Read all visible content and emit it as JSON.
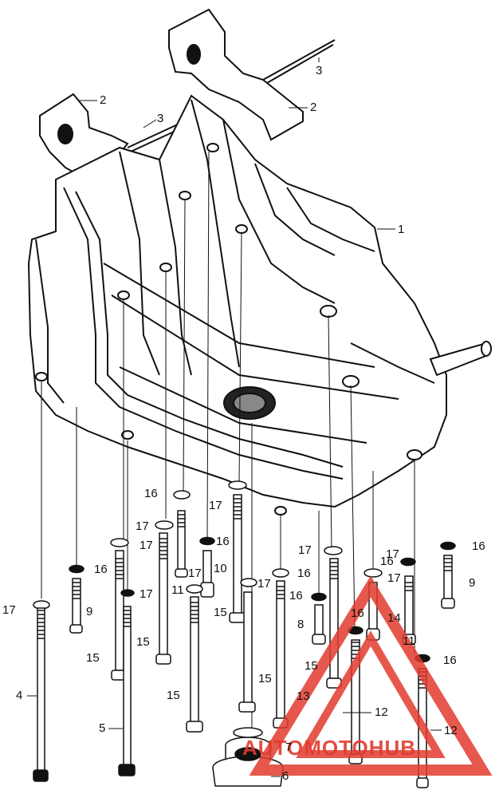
{
  "diagram": {
    "callouts": [
      {
        "id": "c1",
        "text": "1"
      },
      {
        "id": "c2a",
        "text": "2"
      },
      {
        "id": "c2b",
        "text": "2"
      },
      {
        "id": "c3a",
        "text": "3"
      },
      {
        "id": "c3b",
        "text": "3"
      },
      {
        "id": "c4",
        "text": "4"
      },
      {
        "id": "c5",
        "text": "5"
      },
      {
        "id": "c6",
        "text": "6"
      },
      {
        "id": "c7",
        "text": "7"
      },
      {
        "id": "c8",
        "text": "8"
      },
      {
        "id": "c9a",
        "text": "9"
      },
      {
        "id": "c9b",
        "text": "9"
      },
      {
        "id": "c10",
        "text": "10"
      },
      {
        "id": "c11a",
        "text": "11"
      },
      {
        "id": "c11b",
        "text": "11"
      },
      {
        "id": "c12a",
        "text": "12"
      },
      {
        "id": "c12b",
        "text": "12"
      },
      {
        "id": "c13",
        "text": "13"
      },
      {
        "id": "c14",
        "text": "14"
      },
      {
        "id": "c15a",
        "text": "15"
      },
      {
        "id": "c15b",
        "text": "15"
      },
      {
        "id": "c15c",
        "text": "15"
      },
      {
        "id": "c15d",
        "text": "15"
      },
      {
        "id": "c15e",
        "text": "15"
      },
      {
        "id": "c15f",
        "text": "15"
      },
      {
        "id": "c16a",
        "text": "16"
      },
      {
        "id": "c16b",
        "text": "16"
      },
      {
        "id": "c16c",
        "text": "16"
      },
      {
        "id": "c16d",
        "text": "16"
      },
      {
        "id": "c16e",
        "text": "16"
      },
      {
        "id": "c16f",
        "text": "16"
      },
      {
        "id": "c16g",
        "text": "16"
      },
      {
        "id": "c16h",
        "text": "16"
      },
      {
        "id": "c16i",
        "text": "16"
      },
      {
        "id": "c17a",
        "text": "17"
      },
      {
        "id": "c17b",
        "text": "17"
      },
      {
        "id": "c17c",
        "text": "17"
      },
      {
        "id": "c17d",
        "text": "17"
      },
      {
        "id": "c17e",
        "text": "17"
      },
      {
        "id": "c17f",
        "text": "17"
      },
      {
        "id": "c17g",
        "text": "17"
      },
      {
        "id": "c17h",
        "text": "17"
      },
      {
        "id": "c17i",
        "text": "17"
      },
      {
        "id": "c17j",
        "text": "17"
      }
    ]
  },
  "watermark": {
    "text": "AUTOMOTOHUB",
    "colors": {
      "accent": "#e23b2e",
      "secondary": "#9a9a9a"
    }
  }
}
